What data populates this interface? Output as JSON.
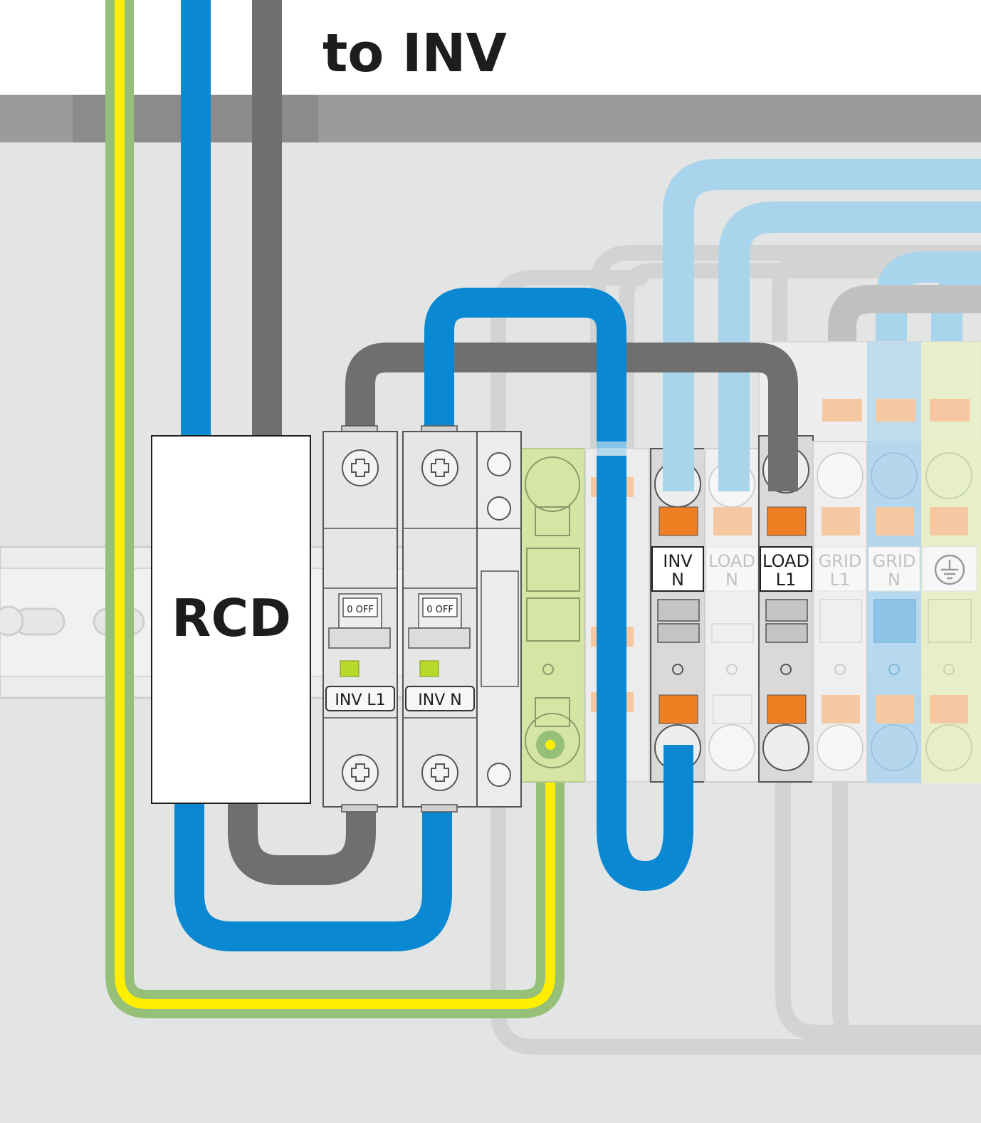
{
  "header": {
    "title": "to INV"
  },
  "rcd": {
    "label": "RCD"
  },
  "breakers": [
    {
      "label": "INV L1",
      "switch_text": "0 OFF"
    },
    {
      "label": "INV N",
      "switch_text": "0 OFF"
    }
  ],
  "terminals": [
    {
      "line1": "INV",
      "line2": "N",
      "active": true
    },
    {
      "line1": "LOAD",
      "line2": "N",
      "active": false
    },
    {
      "line1": "LOAD",
      "line2": "L1",
      "active": true
    },
    {
      "line1": "GRID",
      "line2": "L1",
      "active": false
    },
    {
      "line1": "GRID",
      "line2": "N",
      "active": false
    }
  ],
  "earth_terminal": {
    "icon": "earth-ground-icon"
  },
  "colors": {
    "neutral_blue": "#0a88d2",
    "light_blue": "#a8d4ec",
    "line_gray": "#6f6f6f",
    "earth_green": "#96bf78",
    "earth_yellow": "#ffee00",
    "clamp_orange": "#ee7f22",
    "clamp_orange_light": "#f6c8a2",
    "enclosure_bg": "#e3e4e4",
    "rail_top": "#9a9b9b"
  }
}
